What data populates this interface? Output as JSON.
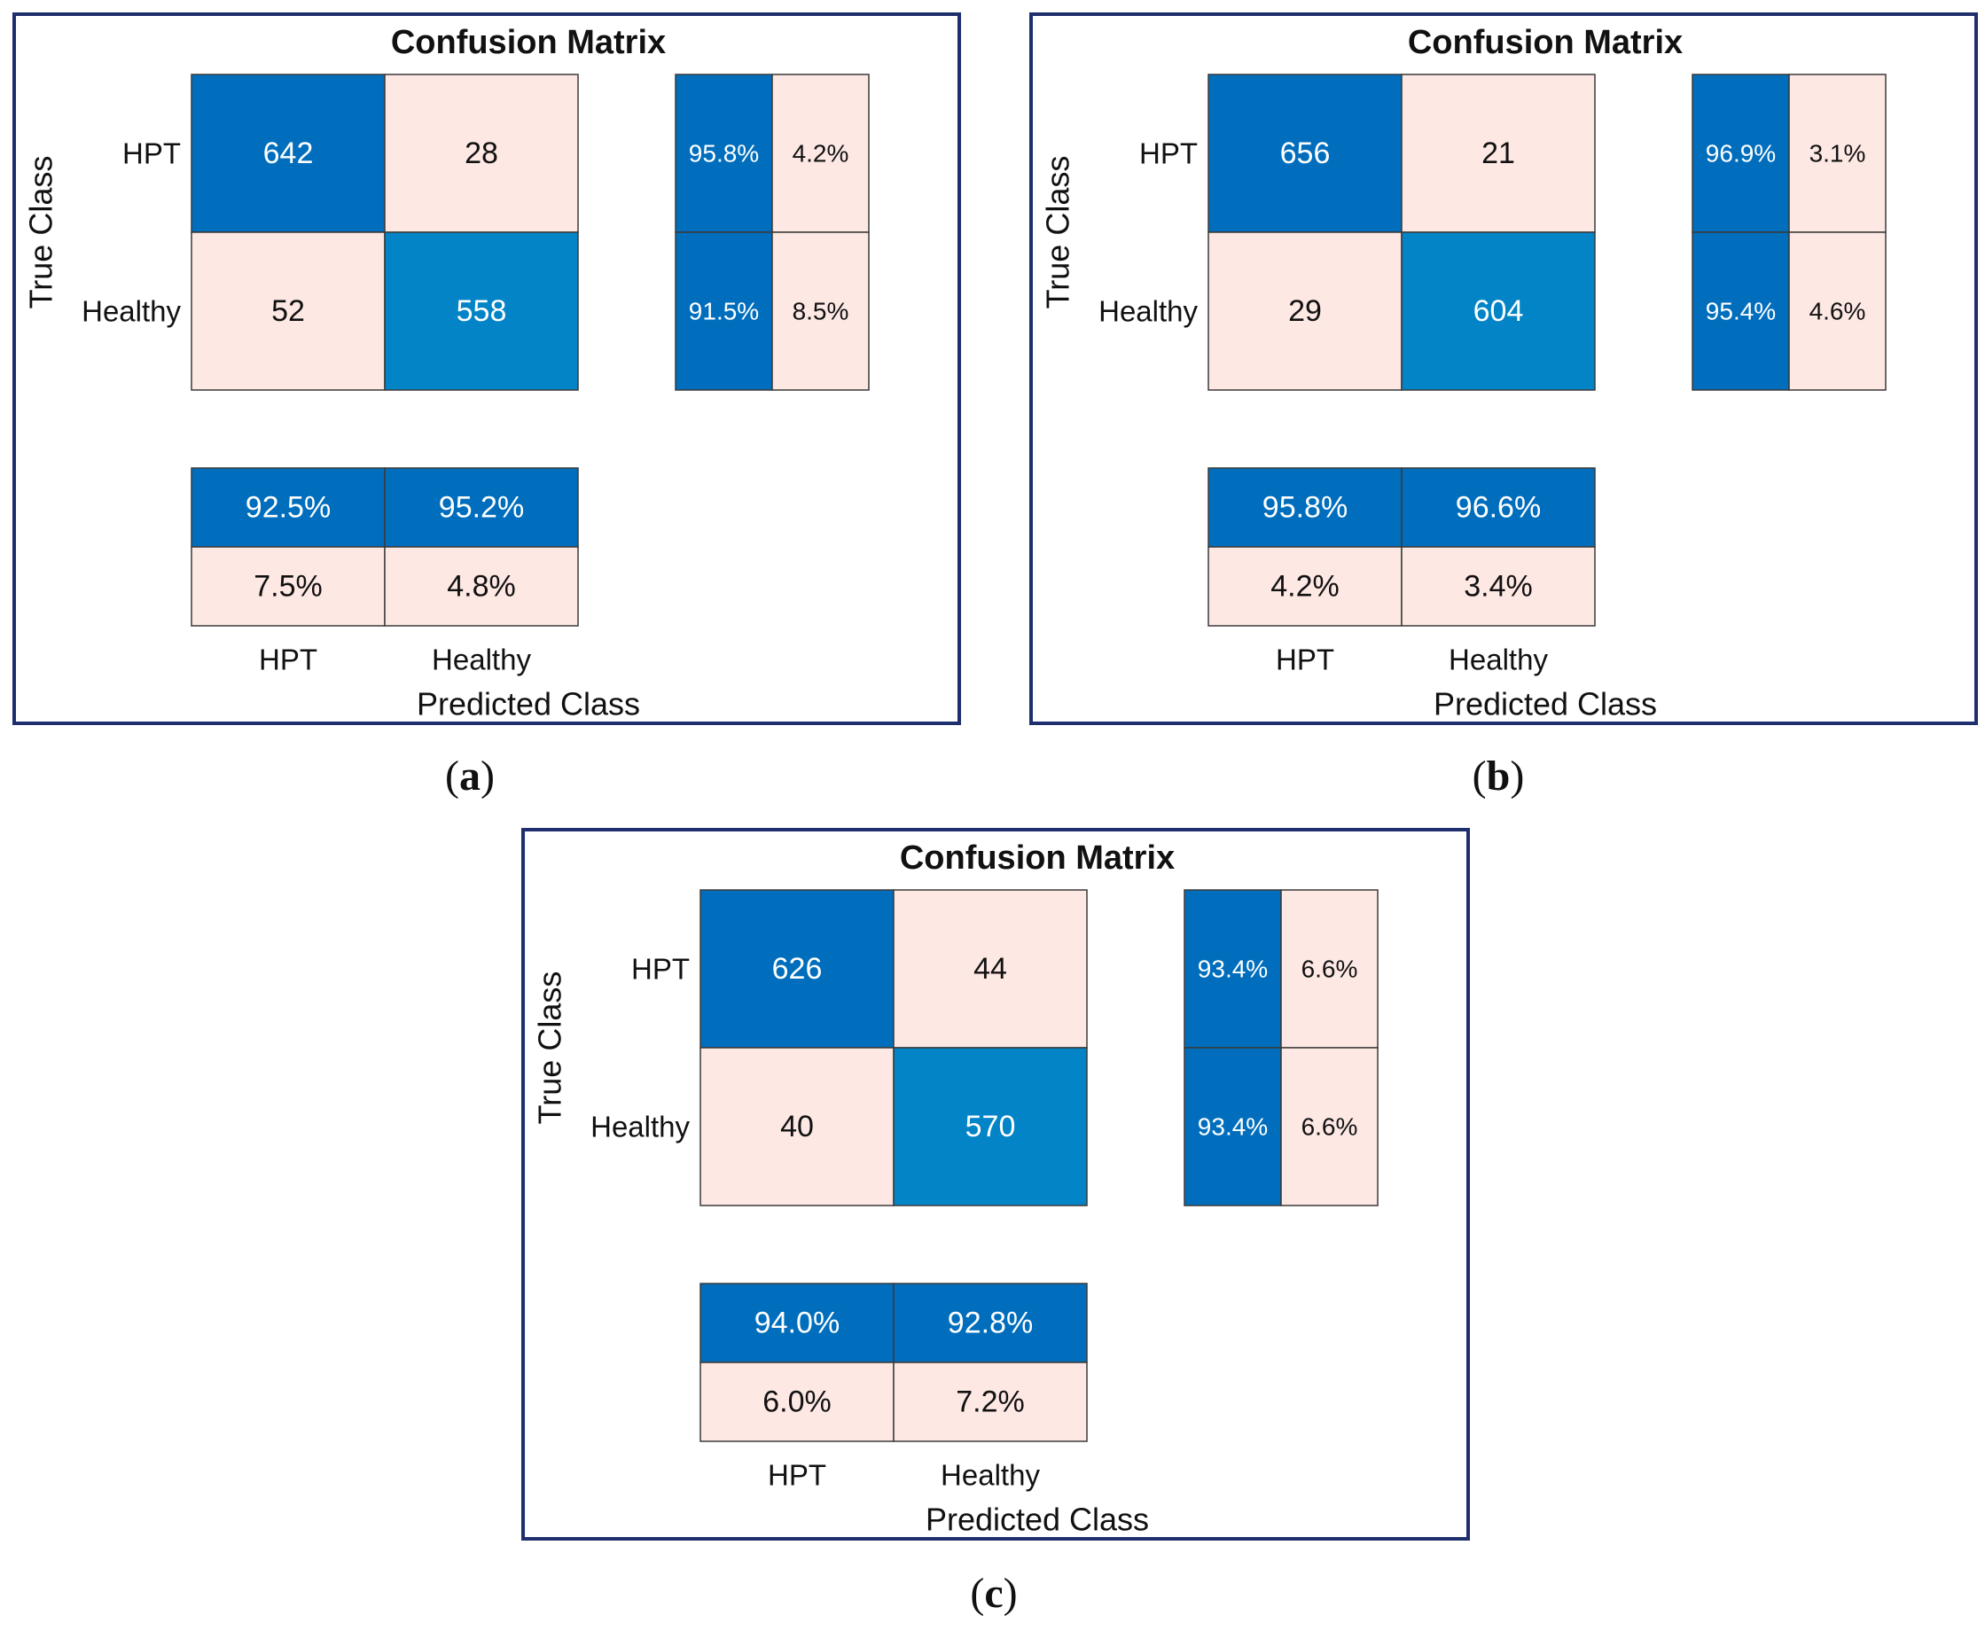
{
  "colors": {
    "frame": "#1f2f6e",
    "correct_dark": "#006ebd",
    "correct_light": "#0284c7",
    "incorrect": "#fde8e4",
    "cell_border": "#3a3a3a",
    "text_on_dark": "#ffffff",
    "text_on_light": "#111111"
  },
  "chart_data": [
    {
      "type": "heatmap",
      "panel_label": "a",
      "title": "Confusion Matrix",
      "xlabel": "Predicted Class",
      "ylabel": "True Class",
      "classes": [
        "HPT",
        "Healthy"
      ],
      "matrix": [
        [
          642,
          28
        ],
        [
          52,
          558
        ]
      ],
      "row_summary": [
        [
          "95.8%",
          "4.2%"
        ],
        [
          "91.5%",
          "8.5%"
        ]
      ],
      "column_summary": [
        [
          "92.5%",
          "95.2%"
        ],
        [
          "7.5%",
          "4.8%"
        ]
      ]
    },
    {
      "type": "heatmap",
      "panel_label": "b",
      "title": "Confusion Matrix",
      "xlabel": "Predicted Class",
      "ylabel": "True Class",
      "classes": [
        "HPT",
        "Healthy"
      ],
      "matrix": [
        [
          656,
          21
        ],
        [
          29,
          604
        ]
      ],
      "row_summary": [
        [
          "96.9%",
          "3.1%"
        ],
        [
          "95.4%",
          "4.6%"
        ]
      ],
      "column_summary": [
        [
          "95.8%",
          "96.6%"
        ],
        [
          "4.2%",
          "3.4%"
        ]
      ]
    },
    {
      "type": "heatmap",
      "panel_label": "c",
      "title": "Confusion Matrix",
      "xlabel": "Predicted Class",
      "ylabel": "True Class",
      "classes": [
        "HPT",
        "Healthy"
      ],
      "matrix": [
        [
          626,
          44
        ],
        [
          40,
          570
        ]
      ],
      "row_summary": [
        [
          "93.4%",
          "6.6%"
        ],
        [
          "93.4%",
          "6.6%"
        ]
      ],
      "column_summary": [
        [
          "94.0%",
          "92.8%"
        ],
        [
          "6.0%",
          "7.2%"
        ]
      ]
    }
  ]
}
